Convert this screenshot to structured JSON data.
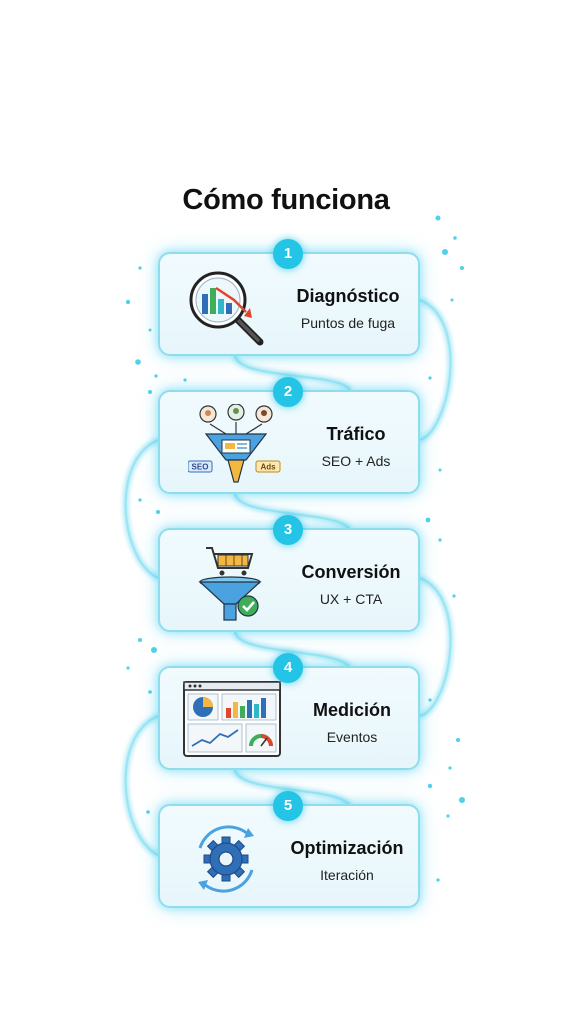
{
  "title": "Cómo funciona",
  "steps": [
    {
      "number": "1",
      "label": "Diagnóstico",
      "sub": "Puntos de fuga",
      "icon": "magnifier-chart-icon"
    },
    {
      "number": "2",
      "label": "Tráfico",
      "sub": "SEO + Ads",
      "icon": "traffic-funnel-icon",
      "tags": {
        "seo": "SEO",
        "ads": "Ads"
      }
    },
    {
      "number": "3",
      "label": "Conversión",
      "sub": "UX + CTA",
      "icon": "cart-funnel-icon"
    },
    {
      "number": "4",
      "label": "Medición",
      "sub": "Eventos",
      "icon": "dashboard-icon"
    },
    {
      "number": "5",
      "label": "Optimización",
      "sub": "Iteración",
      "icon": "gear-cycle-icon"
    }
  ],
  "colors": {
    "accent": "#23c4e6",
    "card_border": "#8fdcef",
    "card_bg": "#eaf8fc",
    "connector": "#7fdcf0"
  }
}
